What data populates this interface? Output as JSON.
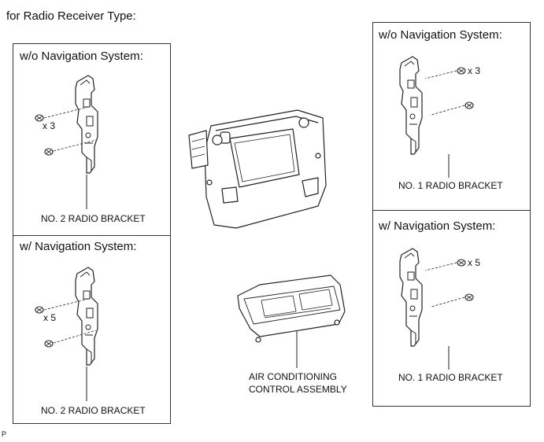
{
  "page_title": "for Radio Receiver Type:",
  "panels": {
    "left_top": {
      "heading": "w/o Navigation System:",
      "quantity": "x 3",
      "caption": "NO. 2 RADIO BRACKET"
    },
    "left_bottom": {
      "heading": "w/ Navigation System:",
      "quantity": "x 5",
      "caption": "NO. 2 RADIO BRACKET"
    },
    "right_top": {
      "heading": "w/o Navigation System:",
      "quantity": "x 3",
      "caption": "NO. 1 RADIO BRACKET"
    },
    "right_bottom": {
      "heading": "w/ Navigation System:",
      "quantity": "x 5",
      "caption": "NO. 1 RADIO BRACKET"
    }
  },
  "center": {
    "ac_caption_line1": "AIR CONDITIONING",
    "ac_caption_line2": "CONTROL ASSEMBLY"
  },
  "footer_mark": "P"
}
